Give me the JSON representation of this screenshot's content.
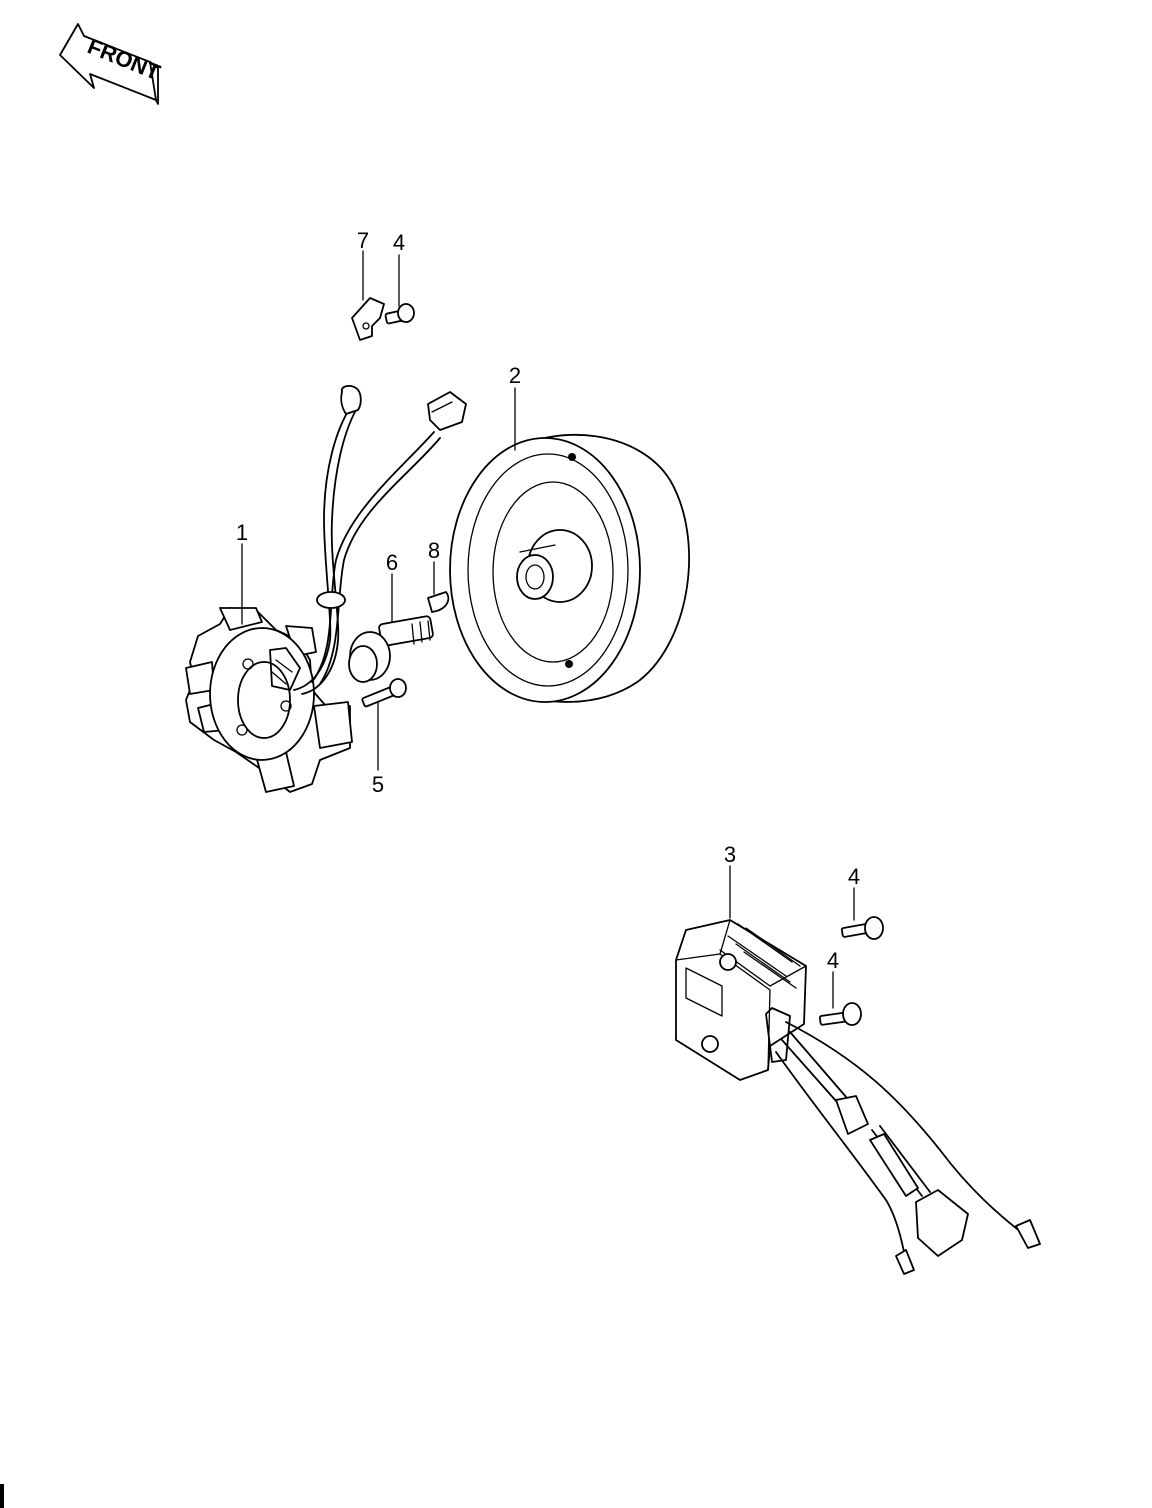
{
  "front_arrow": {
    "text": "FRONT"
  },
  "callouts": [
    {
      "id": "1",
      "part": "stator"
    },
    {
      "id": "2",
      "part": "rotor"
    },
    {
      "id": "3",
      "part": "regulator"
    },
    {
      "id": "4",
      "part": "screw-bracket"
    },
    {
      "id": "4",
      "part": "screw-regulator-top"
    },
    {
      "id": "4",
      "part": "screw-regulator-bottom"
    },
    {
      "id": "5",
      "part": "screw-stator"
    },
    {
      "id": "6",
      "part": "rotor-bolt"
    },
    {
      "id": "7",
      "part": "bracket"
    },
    {
      "id": "8",
      "part": "woodruff-key"
    }
  ]
}
